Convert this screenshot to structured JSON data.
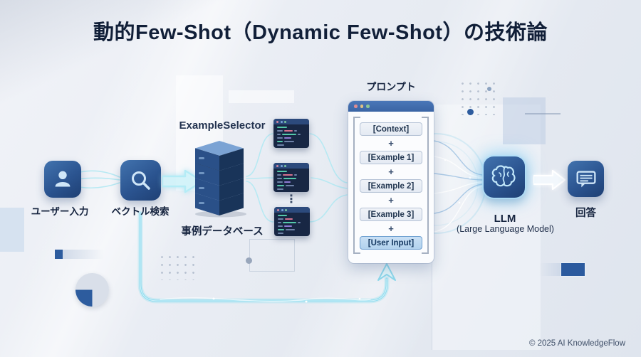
{
  "title": "動的Few-Shot（Dynamic Few-Shot）の技術論",
  "nodes": {
    "user": {
      "label": "ユーザー入力",
      "icon": "person-icon"
    },
    "search": {
      "label": "ベクトル検索",
      "icon": "magnifier-icon"
    },
    "selector": {
      "label": "ExampleSelector"
    },
    "database": {
      "label": "事例データベース",
      "icon": "server-stack-icon",
      "ellipsis": "⋮"
    },
    "prompt": {
      "label": "プロンプト",
      "plus": "+",
      "items": [
        {
          "label": "[Context]"
        },
        {
          "label": "[Example 1]"
        },
        {
          "label": "[Example 2]"
        },
        {
          "label": "[Example 3]"
        },
        {
          "label": "[User Input]",
          "highlight": true
        }
      ]
    },
    "llm": {
      "label": "LLM",
      "sublabel": "(Large Language Model)",
      "icon": "brain-icon"
    },
    "answer": {
      "label": "回答",
      "icon": "chat-bubble-icon"
    }
  },
  "footer": {
    "copyright": "© 2025 AI KnowledgeFlow"
  },
  "colors": {
    "accent_blue": "#2d5c9e",
    "tile_gradient_top": "#4273ae",
    "tile_gradient_bottom": "#1f4074",
    "glow_cyan": "#8fdcef",
    "glyph_light": "#cfe6f8",
    "title_navy": "#111f38",
    "code_window_bg": "#182744"
  }
}
